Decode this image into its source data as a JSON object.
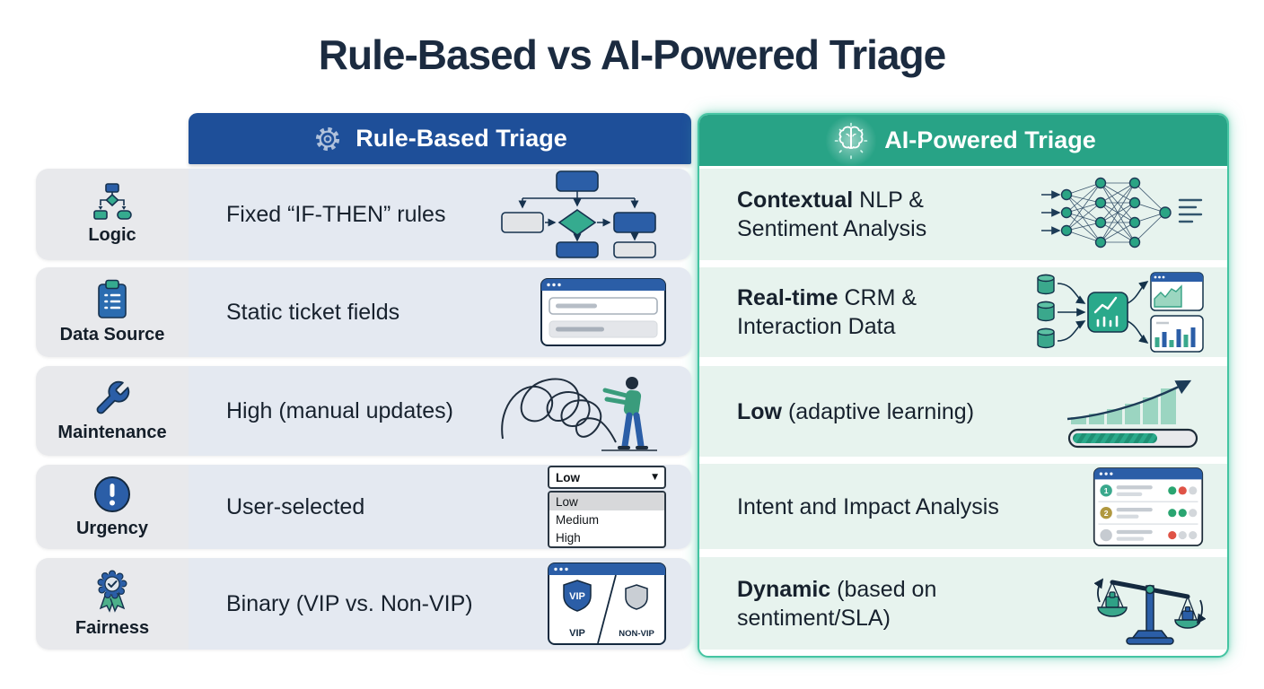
{
  "title": "Rule-Based vs AI-Powered Triage",
  "rule_based_header": {
    "label": "Rule-Based Triage",
    "icon": "gear-icon"
  },
  "ai_header": {
    "label": "AI-Powered Triage",
    "icon": "brain-icon"
  },
  "rows": [
    {
      "label": "Logic",
      "rule_text": "Fixed “IF-THEN” rules",
      "ai_bold": "Contextual",
      "ai_l1": " NLP &",
      "ai_l2": "Sentiment Analysis"
    },
    {
      "label": "Data Source",
      "rule_text": "Static ticket fields",
      "ai_bold": "Real-time",
      "ai_l1": " CRM &",
      "ai_l2": "Interaction Data"
    },
    {
      "label": "Maintenance",
      "rule_text": "High (manual updates)",
      "ai_bold": "Low",
      "ai_l1": " (adaptive learning)",
      "ai_l2": ""
    },
    {
      "label": "Urgency",
      "rule_text": "User-selected",
      "ai_bold": "",
      "ai_l1": "Intent and Impact Analysis",
      "ai_l2": ""
    },
    {
      "label": "Fairness",
      "rule_text": "Binary (VIP vs. Non-VIP)",
      "ai_bold": "Dynamic",
      "ai_l1": " (based on",
      "ai_l2": "sentiment/SLA)"
    }
  ],
  "dropdown": {
    "selected": "Low",
    "options": [
      "Low",
      "Medium",
      "High"
    ]
  },
  "vip_card": {
    "vip_shield_text": "VIP",
    "vip_label": "VIP",
    "non_vip_label": "NON-VIP"
  },
  "colors": {
    "title": "#1b2b40",
    "rule_header": "#1e4f99",
    "ai_header": "#28a386",
    "ai_border_glow": "#45c4a2",
    "rule_cell_bg": "#e4e9f1",
    "label_cell_bg": "#e8e9ec",
    "ai_cell_bg": "#e7f3ee",
    "icon_blue": "#2b5ea7",
    "icon_teal": "#35ab8f",
    "status_green": "#2aa571",
    "status_red": "#df5346",
    "status_gray": "#d3d7db"
  }
}
